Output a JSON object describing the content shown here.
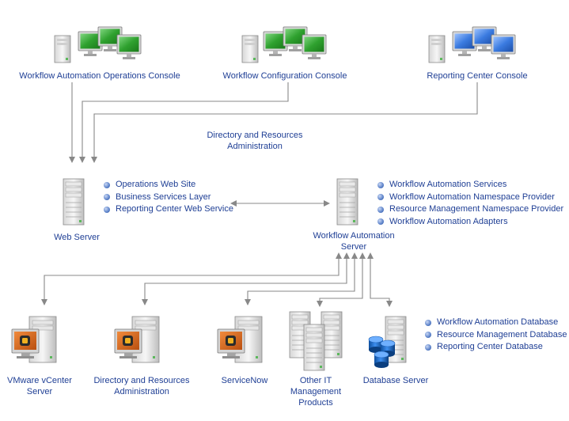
{
  "consoles": [
    {
      "label": "Workflow Automation Operations Console",
      "screen": "green"
    },
    {
      "label": "Workflow Configuration Console",
      "screen": "green"
    },
    {
      "label": "Reporting Center Console",
      "screen": "blue"
    }
  ],
  "connection_label": "Directory and Resources\nAdministration",
  "web_server": {
    "label": "Web Server",
    "items": [
      "Operations Web Site",
      "Business Services Layer",
      "Reporting Center Web Service"
    ]
  },
  "automation_server": {
    "label": "Workflow Automation\nServer",
    "items": [
      "Workflow Automation Services",
      "Workflow Automation Namespace Provider",
      "Resource Management Namespace Provider",
      "Workflow Automation Adapters"
    ]
  },
  "targets": [
    {
      "label": "VMware vCenter\nServer"
    },
    {
      "label": "Directory and Resources\nAdministration"
    },
    {
      "label": "ServiceNow"
    },
    {
      "label": "Other IT\nManagement\nProducts"
    },
    {
      "label": "Database Server"
    }
  ],
  "databases": [
    "Workflow Automation Database",
    "Resource Management Database",
    "Reporting Center Database"
  ],
  "colors": {
    "text": "#1f3f95",
    "connector": "#888888",
    "bullet": "#4a74c4",
    "green_screen": "#2fa12f",
    "blue_screen": "#3b7be0",
    "app_icon": "#d9661a"
  }
}
